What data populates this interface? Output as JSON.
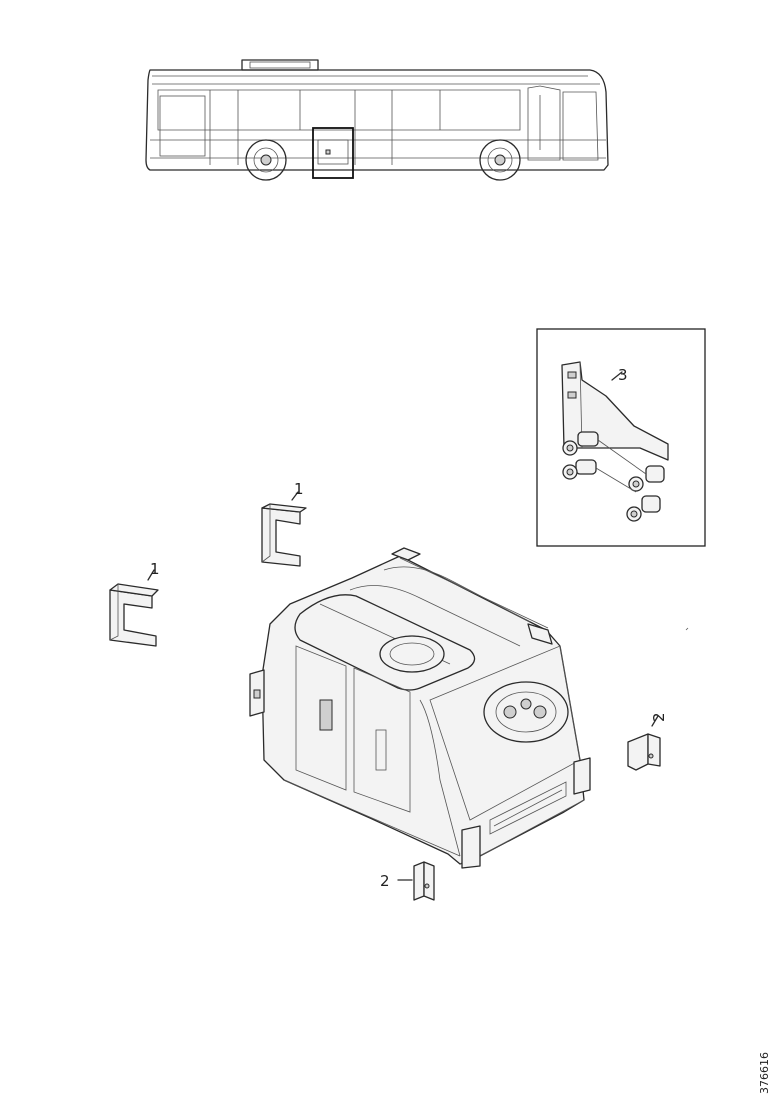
{
  "callouts": {
    "bracket_top": "1",
    "bracket_left": "1",
    "bracket_right": "2",
    "bracket_bottom": "2",
    "detail": "3"
  },
  "document_number": "376616",
  "colors": {
    "line": "#2b2b2b",
    "background": "#ffffff"
  }
}
